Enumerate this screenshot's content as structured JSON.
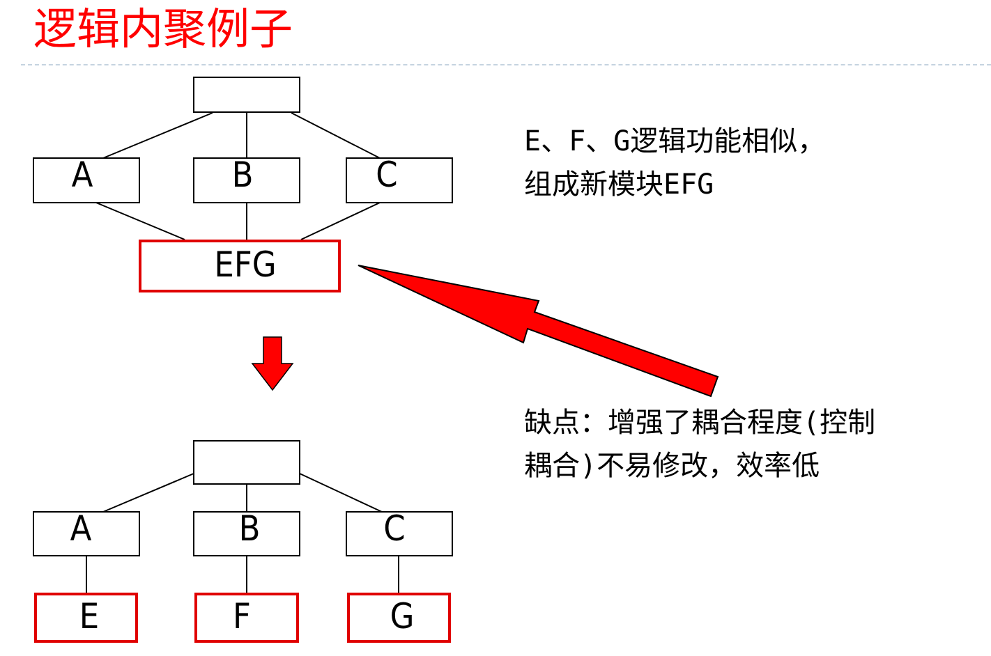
{
  "title": "逻辑内聚例子",
  "top_diagram": {
    "modules": [
      "A",
      "B",
      "C"
    ],
    "merged_module": "EFG"
  },
  "bottom_diagram": {
    "modules": [
      "A",
      "B",
      "C"
    ],
    "children": [
      "E",
      "F",
      "G"
    ]
  },
  "notes": {
    "similarity": [
      "E、F、G逻辑功能相似，",
      "组成新模块EFG"
    ],
    "drawback": [
      "缺点：增强了耦合程度(控制",
      "耦合)不易修改，效率低"
    ]
  },
  "colors": {
    "highlight": "#ff0000",
    "box_border": "#000000"
  }
}
